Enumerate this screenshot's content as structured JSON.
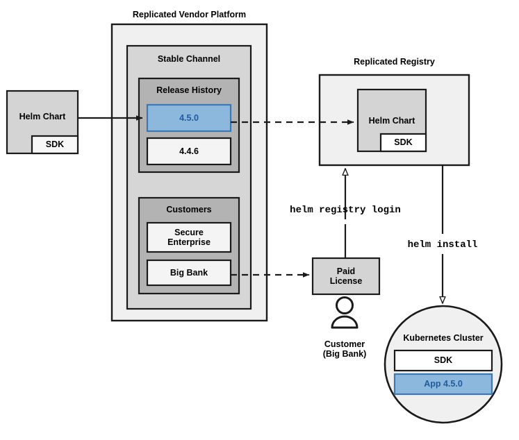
{
  "diagram": {
    "title_vendor_platform": "Replicated Vendor Platform",
    "title_registry": "Replicated Registry",
    "colors": {
      "accent_blue_fill": "#8cb8de",
      "accent_blue_stroke": "#3c78b4",
      "accent_blue_text": "#1f5c99",
      "outer_gray": "#f0f0f0",
      "mid_gray": "#d6d6d6",
      "dark_gray": "#b3b3b3",
      "node_gray": "#d4d4d4",
      "near_white": "#f4f4f4",
      "stroke": "#1a1a1a"
    },
    "nodes": {
      "source_helm_chart": {
        "label": "Helm Chart",
        "sdk_label": "SDK"
      },
      "vendor_platform": {
        "label": "Replicated Vendor Platform"
      },
      "stable_channel": {
        "label": "Stable Channel"
      },
      "release_history": {
        "label": "Release History"
      },
      "release_current": {
        "label": "4.5.0"
      },
      "release_previous": {
        "label": "4.4.6"
      },
      "customers": {
        "label": "Customers"
      },
      "customer_secure_enterprise": {
        "label": "Secure\nEnterprise",
        "line1": "Secure",
        "line2": "Enterprise"
      },
      "customer_big_bank": {
        "label": "Big Bank"
      },
      "registry": {
        "label": "Replicated Registry"
      },
      "registry_helm_chart": {
        "label": "Helm Chart",
        "sdk_label": "SDK"
      },
      "paid_license": {
        "line1": "Paid",
        "line2": "License"
      },
      "customer_person": {
        "line1": "Customer",
        "line2": "(Big Bank)",
        "icon": "person-icon"
      },
      "kubernetes_cluster": {
        "label": "Kubernetes Cluster",
        "sdk_label": "SDK",
        "app_label": "App 4.5.0"
      }
    },
    "edges": [
      {
        "name": "helm-chart-to-release",
        "label": "",
        "style": "solid"
      },
      {
        "name": "release-to-registry-chart",
        "label": "",
        "style": "dashed"
      },
      {
        "name": "big-bank-to-paid-license",
        "label": "",
        "style": "dashed"
      },
      {
        "name": "paid-license-to-registry",
        "label": "helm registry login",
        "style": "solid"
      },
      {
        "name": "registry-to-cluster",
        "label": "helm install",
        "style": "solid"
      }
    ],
    "edge_labels": {
      "helm_registry_login": "helm registry login",
      "helm_install": "helm install"
    }
  }
}
